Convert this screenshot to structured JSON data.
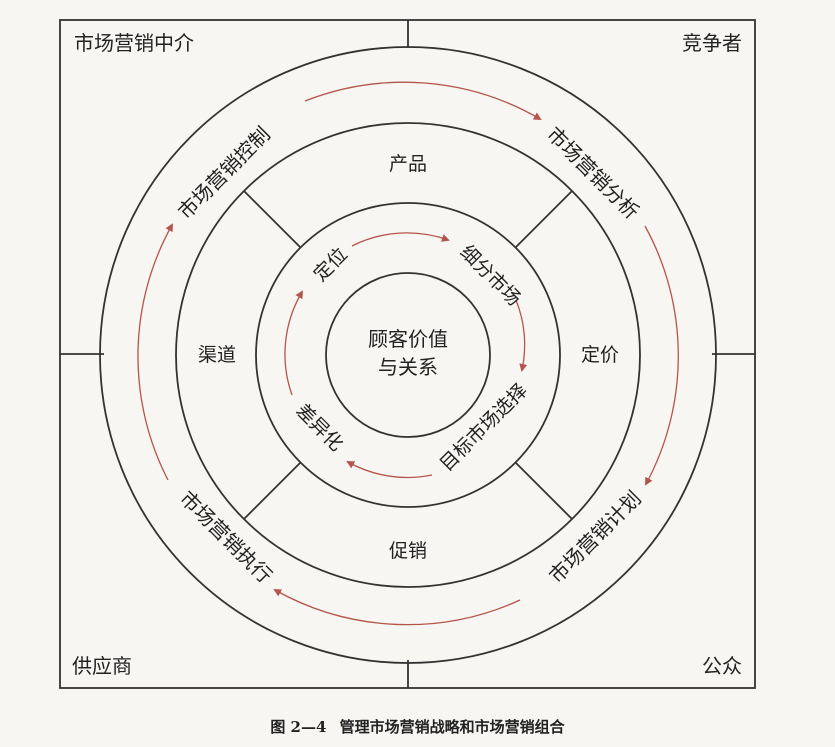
{
  "corners": {
    "top_left": "市场营销中介",
    "top_right": "竞争者",
    "bottom_left": "供应商",
    "bottom_right": "公众"
  },
  "outer_cycle": {
    "control": "市场营销控制",
    "analysis": "市场营销分析",
    "planning": "市场营销计划",
    "execution": "市场营销执行"
  },
  "marketing_mix": {
    "product": "产品",
    "price": "定价",
    "promotion": "促销",
    "channel": "渠道"
  },
  "inner_cycle": {
    "positioning": "定位",
    "segmentation": "细分市场",
    "targeting": "目标市场选择",
    "differentiation": "差异化"
  },
  "center": {
    "line1": "顾客价值",
    "line2": "与关系"
  },
  "caption": {
    "number": "图 2—4",
    "title": "管理市场营销战略和市场营销组合"
  },
  "colors": {
    "line": "#333333",
    "arrow": "#b5544a",
    "background": "#f7f6f2"
  }
}
